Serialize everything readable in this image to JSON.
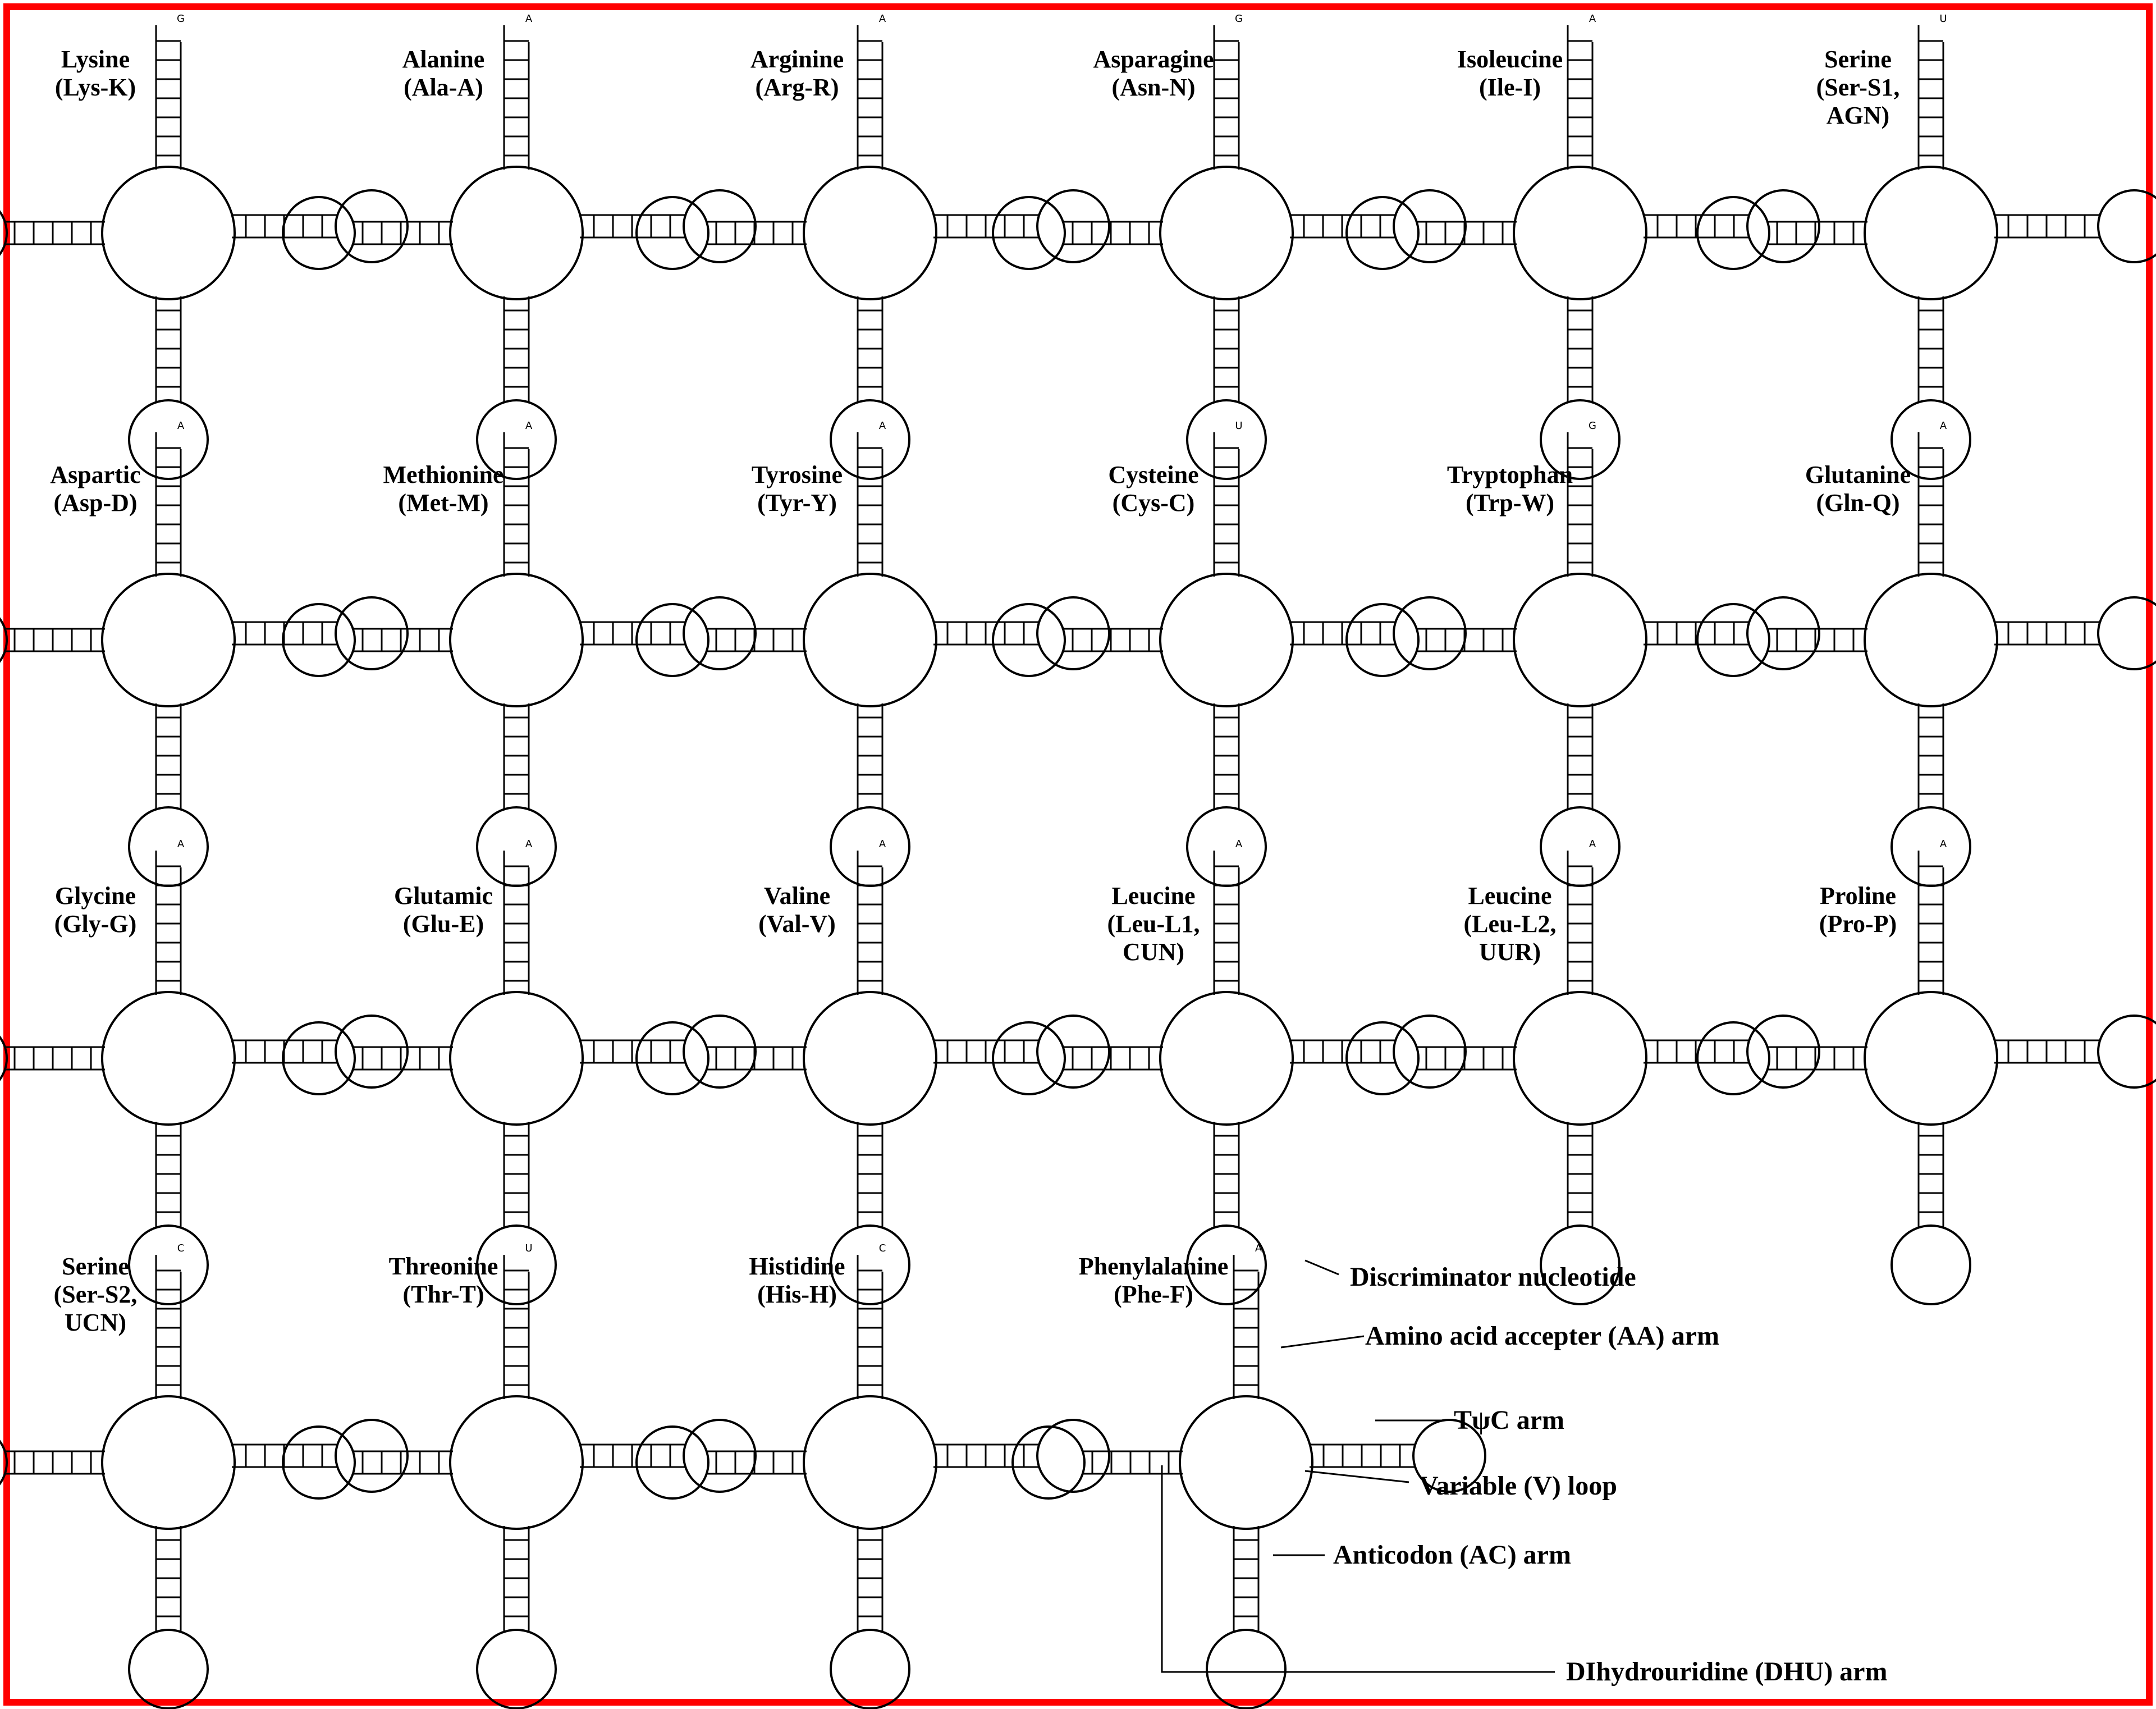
{
  "colors": {
    "border": "#ff0000",
    "ink": "#000000",
    "background": "#ffffff"
  },
  "panels": [
    {
      "title": [
        "Lysine",
        "(Lys-K)"
      ],
      "tip": "G"
    },
    {
      "title": [
        "Alanine",
        "(Ala-A)"
      ],
      "tip": "A"
    },
    {
      "title": [
        "Arginine",
        "(Arg-R)"
      ],
      "tip": "A"
    },
    {
      "title": [
        "Asparagine",
        "(Asn-N)"
      ],
      "tip": "G"
    },
    {
      "title": [
        "Isoleucine",
        "(Ile-I)"
      ],
      "tip": "A"
    },
    {
      "title": [
        "Serine",
        "(Ser-S1,",
        "AGN)"
      ],
      "tip": "U"
    },
    {
      "title": [
        "Aspartic",
        "(Asp-D)"
      ],
      "tip": "A"
    },
    {
      "title": [
        "Methionine",
        "(Met-M)"
      ],
      "tip": "A"
    },
    {
      "title": [
        "Tyrosine",
        "(Tyr-Y)"
      ],
      "tip": "A"
    },
    {
      "title": [
        "Cysteine",
        "(Cys-C)"
      ],
      "tip": "U"
    },
    {
      "title": [
        "Tryptophan",
        "(Trp-W)"
      ],
      "tip": "G"
    },
    {
      "title": [
        "Glutanine",
        "(Gln-Q)"
      ],
      "tip": "A"
    },
    {
      "title": [
        "Glycine",
        "(Gly-G)"
      ],
      "tip": "A"
    },
    {
      "title": [
        "Glutamic",
        "(Glu-E)"
      ],
      "tip": "A"
    },
    {
      "title": [
        "Valine",
        "(Val-V)"
      ],
      "tip": "A"
    },
    {
      "title": [
        "Leucine",
        "(Leu-L1,",
        "CUN)"
      ],
      "tip": "A"
    },
    {
      "title": [
        "Leucine",
        "(Leu-L2,",
        "UUR)"
      ],
      "tip": "A"
    },
    {
      "title": [
        "Proline",
        "(Pro-P)"
      ],
      "tip": "A"
    },
    {
      "title": [
        "Serine",
        "(Ser-S2,",
        "UCN)"
      ],
      "tip": "C"
    },
    {
      "title": [
        "Threonine",
        "(Thr-T)"
      ],
      "tip": "U"
    },
    {
      "title": [
        "Histidine",
        "(His-H)"
      ],
      "tip": "C"
    },
    {
      "title": [
        "Phenylalanine",
        "(Phe-F)"
      ],
      "tip": "A"
    }
  ],
  "annotations": {
    "discriminator": "Discriminator nucleotide",
    "aa_arm": "Amino acid accepter (AA) arm",
    "tpsic_arm": "TψC arm",
    "variable_loop": "Variable (V) loop",
    "anticodon_arm": "Anticodon (AC) arm",
    "dhu_arm": "DIhydrouridine (DHU) arm"
  }
}
